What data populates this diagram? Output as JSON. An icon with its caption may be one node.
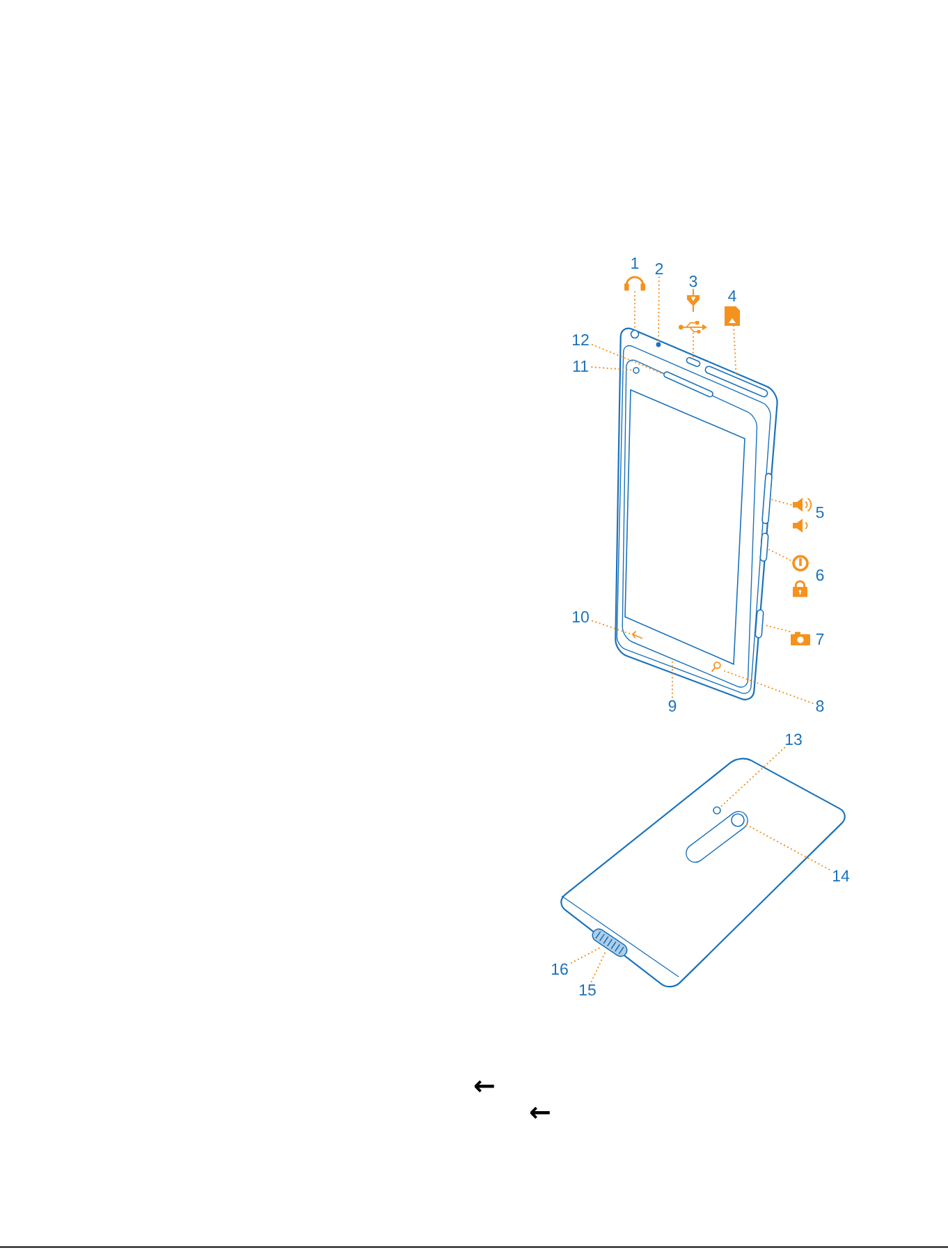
{
  "diagram": {
    "nodes": [
      {
        "text": [
          "1"
        ]
      },
      {
        "text": [
          "2"
        ]
      },
      {
        "text": [
          "3"
        ]
      },
      {
        "text": [
          "4"
        ]
      },
      {
        "text": [
          "5"
        ]
      },
      {
        "text": [
          "6"
        ]
      },
      {
        "text": [
          "7"
        ]
      },
      {
        "text": [
          "8"
        ]
      },
      {
        "text": [
          "9"
        ]
      },
      {
        "text": [
          "10"
        ]
      },
      {
        "text": [
          "11"
        ]
      },
      {
        "text": [
          "12"
        ]
      },
      {
        "text": [
          "13"
        ]
      },
      {
        "text": [
          "14"
        ]
      },
      {
        "text": [
          "15"
        ]
      },
      {
        "text": [
          "16"
        ]
      },
      {
        "text": [],
        "shape": "circle"
      },
      {
        "text": [],
        "shape": "circle"
      },
      {
        "text": [],
        "shape": "box"
      },
      {
        "text": [],
        "shape": "bar"
      },
      {
        "text": [],
        "shape": "bar"
      },
      {
        "text": [],
        "shape": "bar"
      },
      {
        "text": [],
        "shape": "bar"
      },
      {
        "text": [],
        "shape": "picture"
      },
      {
        "text": [],
        "shape": "picture"
      },
      {
        "text": [],
        "shape": "circle"
      },
      {
        "text": [],
        "shape": "bar"
      },
      {
        "text": [],
        "shape": "circle"
      },
      {
        "text": [],
        "shape": "circle"
      },
      {
        "text": [],
        "shape": "box"
      }
    ],
    "edges": [
      {
        "from": 0,
        "to": 16,
        "arrow": "none"
      },
      {
        "from": 1,
        "to": 17,
        "arrow": "none"
      },
      {
        "from": 2,
        "to": 18,
        "arrow": "none"
      },
      {
        "from": 3,
        "to": 19,
        "arrow": "none"
      },
      {
        "from": 4,
        "to": 20,
        "arrow": "none"
      },
      {
        "from": 5,
        "to": 21,
        "arrow": "none"
      },
      {
        "from": 6,
        "to": 22,
        "arrow": "none"
      },
      {
        "from": 7,
        "to": 23,
        "arrow": "none"
      },
      {
        "from": 8,
        "to": null,
        "arrow": "none"
      },
      {
        "from": 9,
        "to": 24,
        "arrow": "none"
      },
      {
        "from": 10,
        "to": 25,
        "arrow": "none"
      },
      {
        "from": 11,
        "to": 26,
        "arrow": "none"
      },
      {
        "from": 12,
        "to": 27,
        "arrow": "none"
      },
      {
        "from": 13,
        "to": 28,
        "arrow": "none"
      },
      {
        "from": 14,
        "to": 29,
        "arrow": "none"
      },
      {
        "from": 15,
        "to": 29,
        "arrow": "none"
      }
    ],
    "labels": [
      "←",
      "←"
    ]
  }
}
